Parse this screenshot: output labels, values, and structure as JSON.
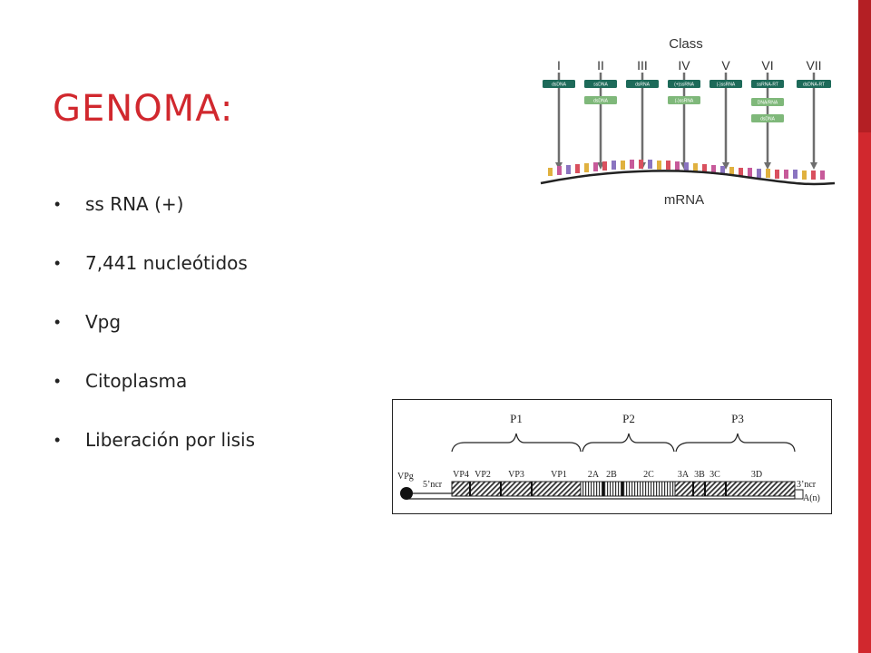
{
  "slide": {
    "title": "GENOMA:",
    "bullets": [
      "ss RNA (+)",
      "7,441 nucleótidos",
      "Vpg",
      "Citoplasma",
      "Liberación por lisis"
    ],
    "accent_color": "#d1282e"
  },
  "class_figure": {
    "header": "Class",
    "classes": [
      {
        "numeral": "I",
        "types": [
          "dsDNA"
        ]
      },
      {
        "numeral": "II",
        "types": [
          "ssDNA",
          "dsDNA"
        ]
      },
      {
        "numeral": "III",
        "types": [
          "dsRNA"
        ]
      },
      {
        "numeral": "IV",
        "types": [
          "(+)ssRNA",
          "(-)ssRNA"
        ]
      },
      {
        "numeral": "V",
        "types": [
          "(-)ssRNA"
        ]
      },
      {
        "numeral": "VI",
        "types": [
          "ssRNA-RT",
          "DNA/RNA",
          "dsDNA"
        ]
      },
      {
        "numeral": "VII",
        "types": [
          "dsDNA-RT"
        ]
      }
    ],
    "mrna_label": "mRNA",
    "colors": {
      "primary_box": "#1d6a59",
      "secondary_box": "#7fb87a",
      "arrow": "#6e6e6e"
    }
  },
  "genome_figure": {
    "polyproteins": [
      "P1",
      "P2",
      "P3"
    ],
    "vpg": "VPg",
    "five_ncr": "5’ncr",
    "three_ncr": "3’ncr",
    "poly_a": "A(n)",
    "genes": [
      "VP4",
      "VP2",
      "VP3",
      "VP1",
      "2A",
      "2B",
      "2C",
      "3A",
      "3B",
      "3C",
      "3D"
    ]
  }
}
